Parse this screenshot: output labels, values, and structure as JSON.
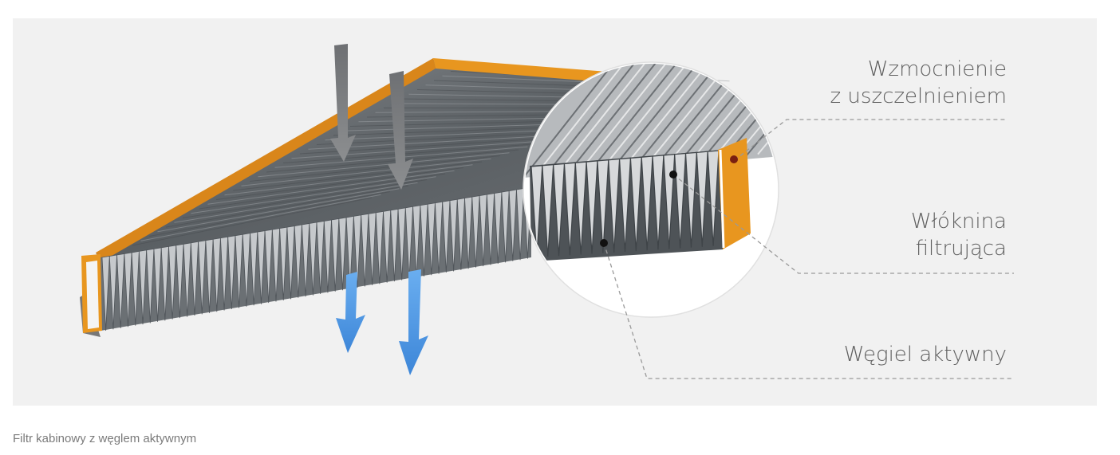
{
  "diagram": {
    "labels": {
      "reinforcement": [
        "Wzmocnienie",
        "z uszczelnieniem"
      ],
      "nonwoven": [
        "Włóknina",
        "filtrująca"
      ],
      "carbon": [
        "Węgiel aktywny"
      ]
    },
    "colors": {
      "background": "#f1f1f1",
      "frame": "#e8961f",
      "pleat_dark": "#555a5e",
      "pleat_light": "#c9ccce",
      "inflow_arrow": "#7a7c7e",
      "outflow_arrow": "#4a94e0",
      "leader_line": "#9a9a9a"
    }
  },
  "caption": "Filtr kabinowy z węglem aktywnym"
}
